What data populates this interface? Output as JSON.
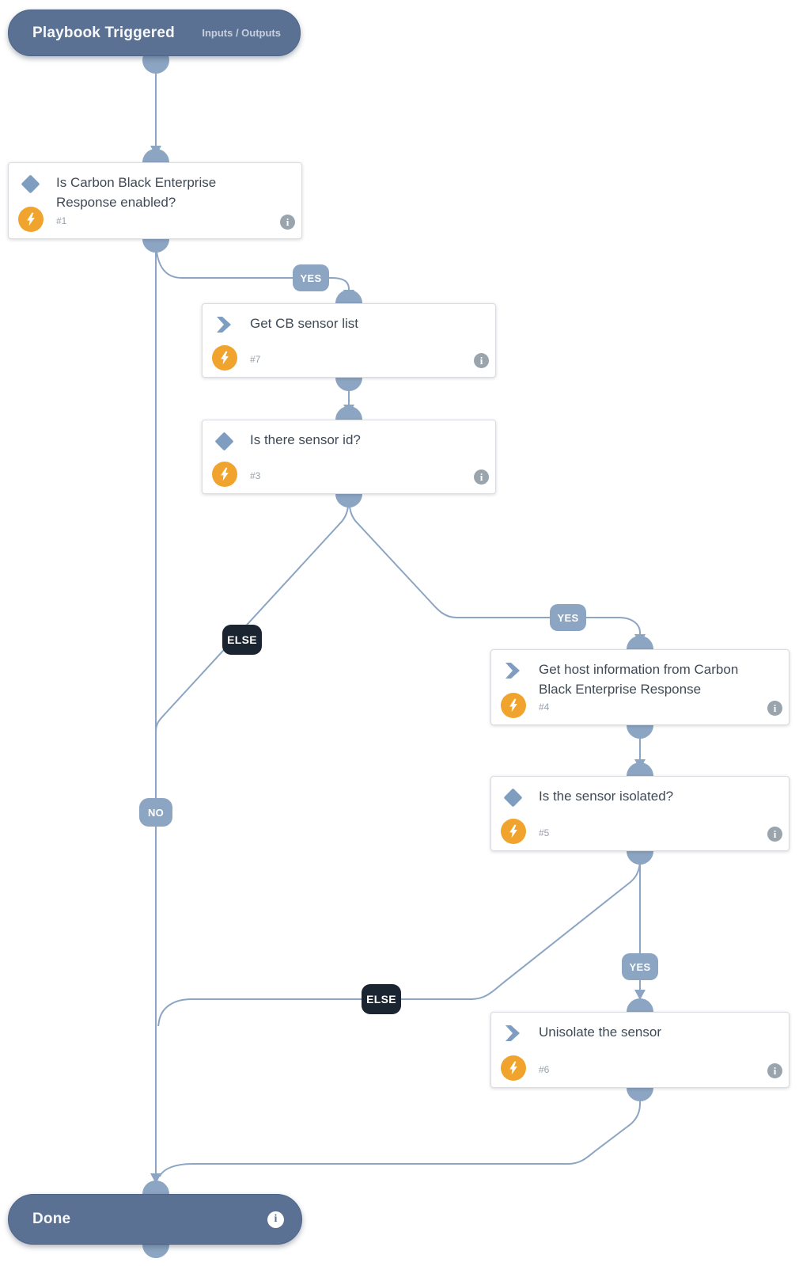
{
  "colors": {
    "pill_bg": "#5b7193",
    "edge_and_connector": "#8ba5c3",
    "yes_no_label_bg": "#8ba5c3",
    "else_label_bg": "#1b2531",
    "node_icon_blue": "#7e9dc1",
    "bolt_badge_orange": "#f0a42e",
    "card_title_text": "#3f4a56",
    "info_icon_gray": "#9aa4ad"
  },
  "start_node": {
    "title": "Playbook Triggered",
    "io_label": "Inputs / Outputs"
  },
  "end_node": {
    "title": "Done"
  },
  "nodes": {
    "n1": {
      "type": "decision",
      "title": "Is Carbon Black Enterprise Response enabled?",
      "id_label": "#1"
    },
    "n7": {
      "type": "action",
      "title": "Get CB sensor list",
      "id_label": "#7"
    },
    "n3": {
      "type": "decision",
      "title": "Is there sensor id?",
      "id_label": "#3"
    },
    "n4": {
      "type": "action",
      "title": "Get host information from Carbon Black Enterprise Response",
      "id_label": "#4"
    },
    "n5": {
      "type": "decision",
      "title": "Is the sensor isolated?",
      "id_label": "#5"
    },
    "n6": {
      "type": "action",
      "title": "Unisolate the sensor",
      "id_label": "#6"
    }
  },
  "edge_labels": {
    "yes1": "YES",
    "yes2": "YES",
    "yes3": "YES",
    "no": "NO",
    "else1": "ELSE",
    "else2": "ELSE"
  }
}
